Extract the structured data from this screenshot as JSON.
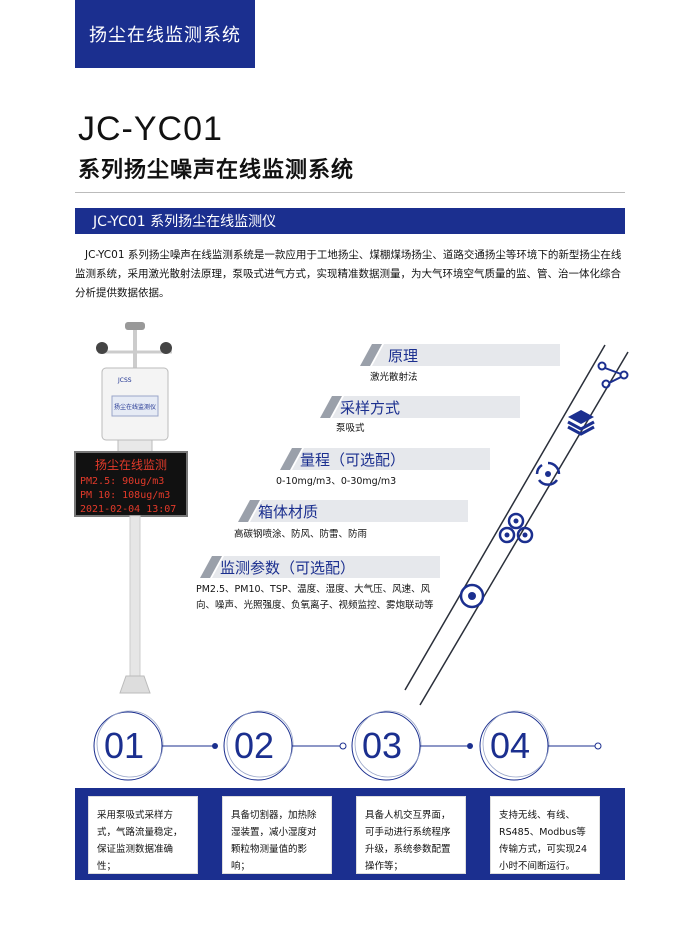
{
  "header": {
    "banner": "扬尘在线监测系统",
    "model": "JC-YC01",
    "subtitle": "系列扬尘噪声在线监测系统",
    "section_bar": "JC-YC01 系列扬尘在线监测仪"
  },
  "intro": "JC-YC01 系列扬尘噪声在线监测系统是一款应用于工地扬尘、煤棚煤场扬尘、道路交通扬尘等环境下的新型扬尘在线监测系统，采用激光散射法原理，泵吸式进气方式，实现精准数据测量，为大气环境空气质量的监、管、治一体化综合分析提供数据依据。",
  "device": {
    "display_lines": [
      "扬尘在线监测",
      "PM2.5: 90ug/m3",
      "PM 10: 108ug/m3",
      "2021-02-04 13:07"
    ],
    "box_label": "扬尘在线监测仪",
    "logo_text": "JCSS"
  },
  "features": [
    {
      "label": "原理",
      "value": "激光散射法",
      "icon": "nodes-icon"
    },
    {
      "label": "采样方式",
      "value": "泵吸式",
      "icon": "layers-icon"
    },
    {
      "label": "量程（可选配）",
      "value": "0-10mg/m3、0-30mg/m3",
      "icon": "cycle-icon"
    },
    {
      "label": "箱体材质",
      "value": "高碳钢喷涂、防风、防雷、防雨",
      "icon": "circles-icon"
    },
    {
      "label": "监测参数（可选配）",
      "value": "PM2.5、PM10、TSP、温度、湿度、大气压、风速、风向、噪声、光照强度、负氧离子、视频监控、雾炮联动等",
      "icon": "target-icon"
    }
  ],
  "advantages": [
    {
      "num": "01",
      "text": "采用泵吸式采样方式，气路流量稳定，保证监测数据准确性；"
    },
    {
      "num": "02",
      "text": "具备切割器，加热除湿装置，减小湿度对颗粒物测量值的影响；"
    },
    {
      "num": "03",
      "text": "具备人机交互界面，可手动进行系统程序升级，系统参数配置操作等；"
    },
    {
      "num": "04",
      "text": "支持无线、有线、RS485、Modbus等传输方式，可实现24小时不间断运行。"
    }
  ],
  "colors": {
    "brand": "#1b2f8f",
    "led_text": "#e23a2a",
    "bottom_band": "#1b2f8f"
  }
}
